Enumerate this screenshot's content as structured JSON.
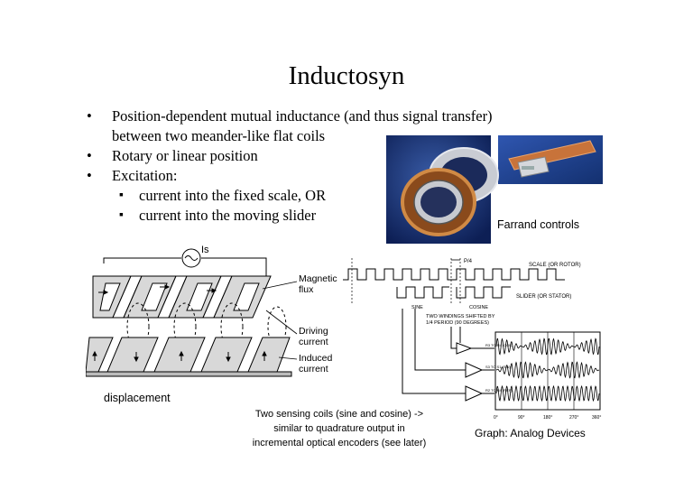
{
  "slide": {
    "title": "Inductosyn",
    "bullets": [
      "Position-dependent mutual inductance (and thus signal transfer)",
      "between two meander-like flat coils",
      "Rotary or linear position",
      "Excitation:"
    ],
    "sub_bullets": [
      "current into the fixed scale, OR",
      "current into the moving slider"
    ]
  },
  "photo": {
    "caption": "Farrand controls"
  },
  "coil_diagram": {
    "source_label": "Is",
    "magnetic_flux": [
      "Magnetic",
      "flux"
    ],
    "driving_current": [
      "Driving",
      "current"
    ],
    "induced_current": [
      "Induced",
      "current"
    ],
    "displacement": "displacement"
  },
  "signal_diagram": {
    "p_label": "P/4",
    "scale_label": "SCALE (OR ROTOR)",
    "slider_label": "SLIDER (OR STATOR)",
    "sine_label": "SINE",
    "cosine_label": "COSINE",
    "shift_note": [
      "TWO WINDINGS SHIFTED BY",
      "1/4 PERIOD (90 DEGREES)"
    ],
    "channel_labels": [
      "R3 TO R4 (COS)",
      "S3 TO S1 (SIN)",
      "R2 TO R4 (REF)"
    ],
    "angle_ticks": [
      "0°",
      "90°",
      "180°",
      "270°",
      "360°"
    ]
  },
  "captions": {
    "two_coils": [
      "Two sensing coils (sine and cosine) ->",
      "similar to quadrature output in",
      "incremental optical encoders (see later)"
    ],
    "graph": "Graph: Analog Devices"
  }
}
